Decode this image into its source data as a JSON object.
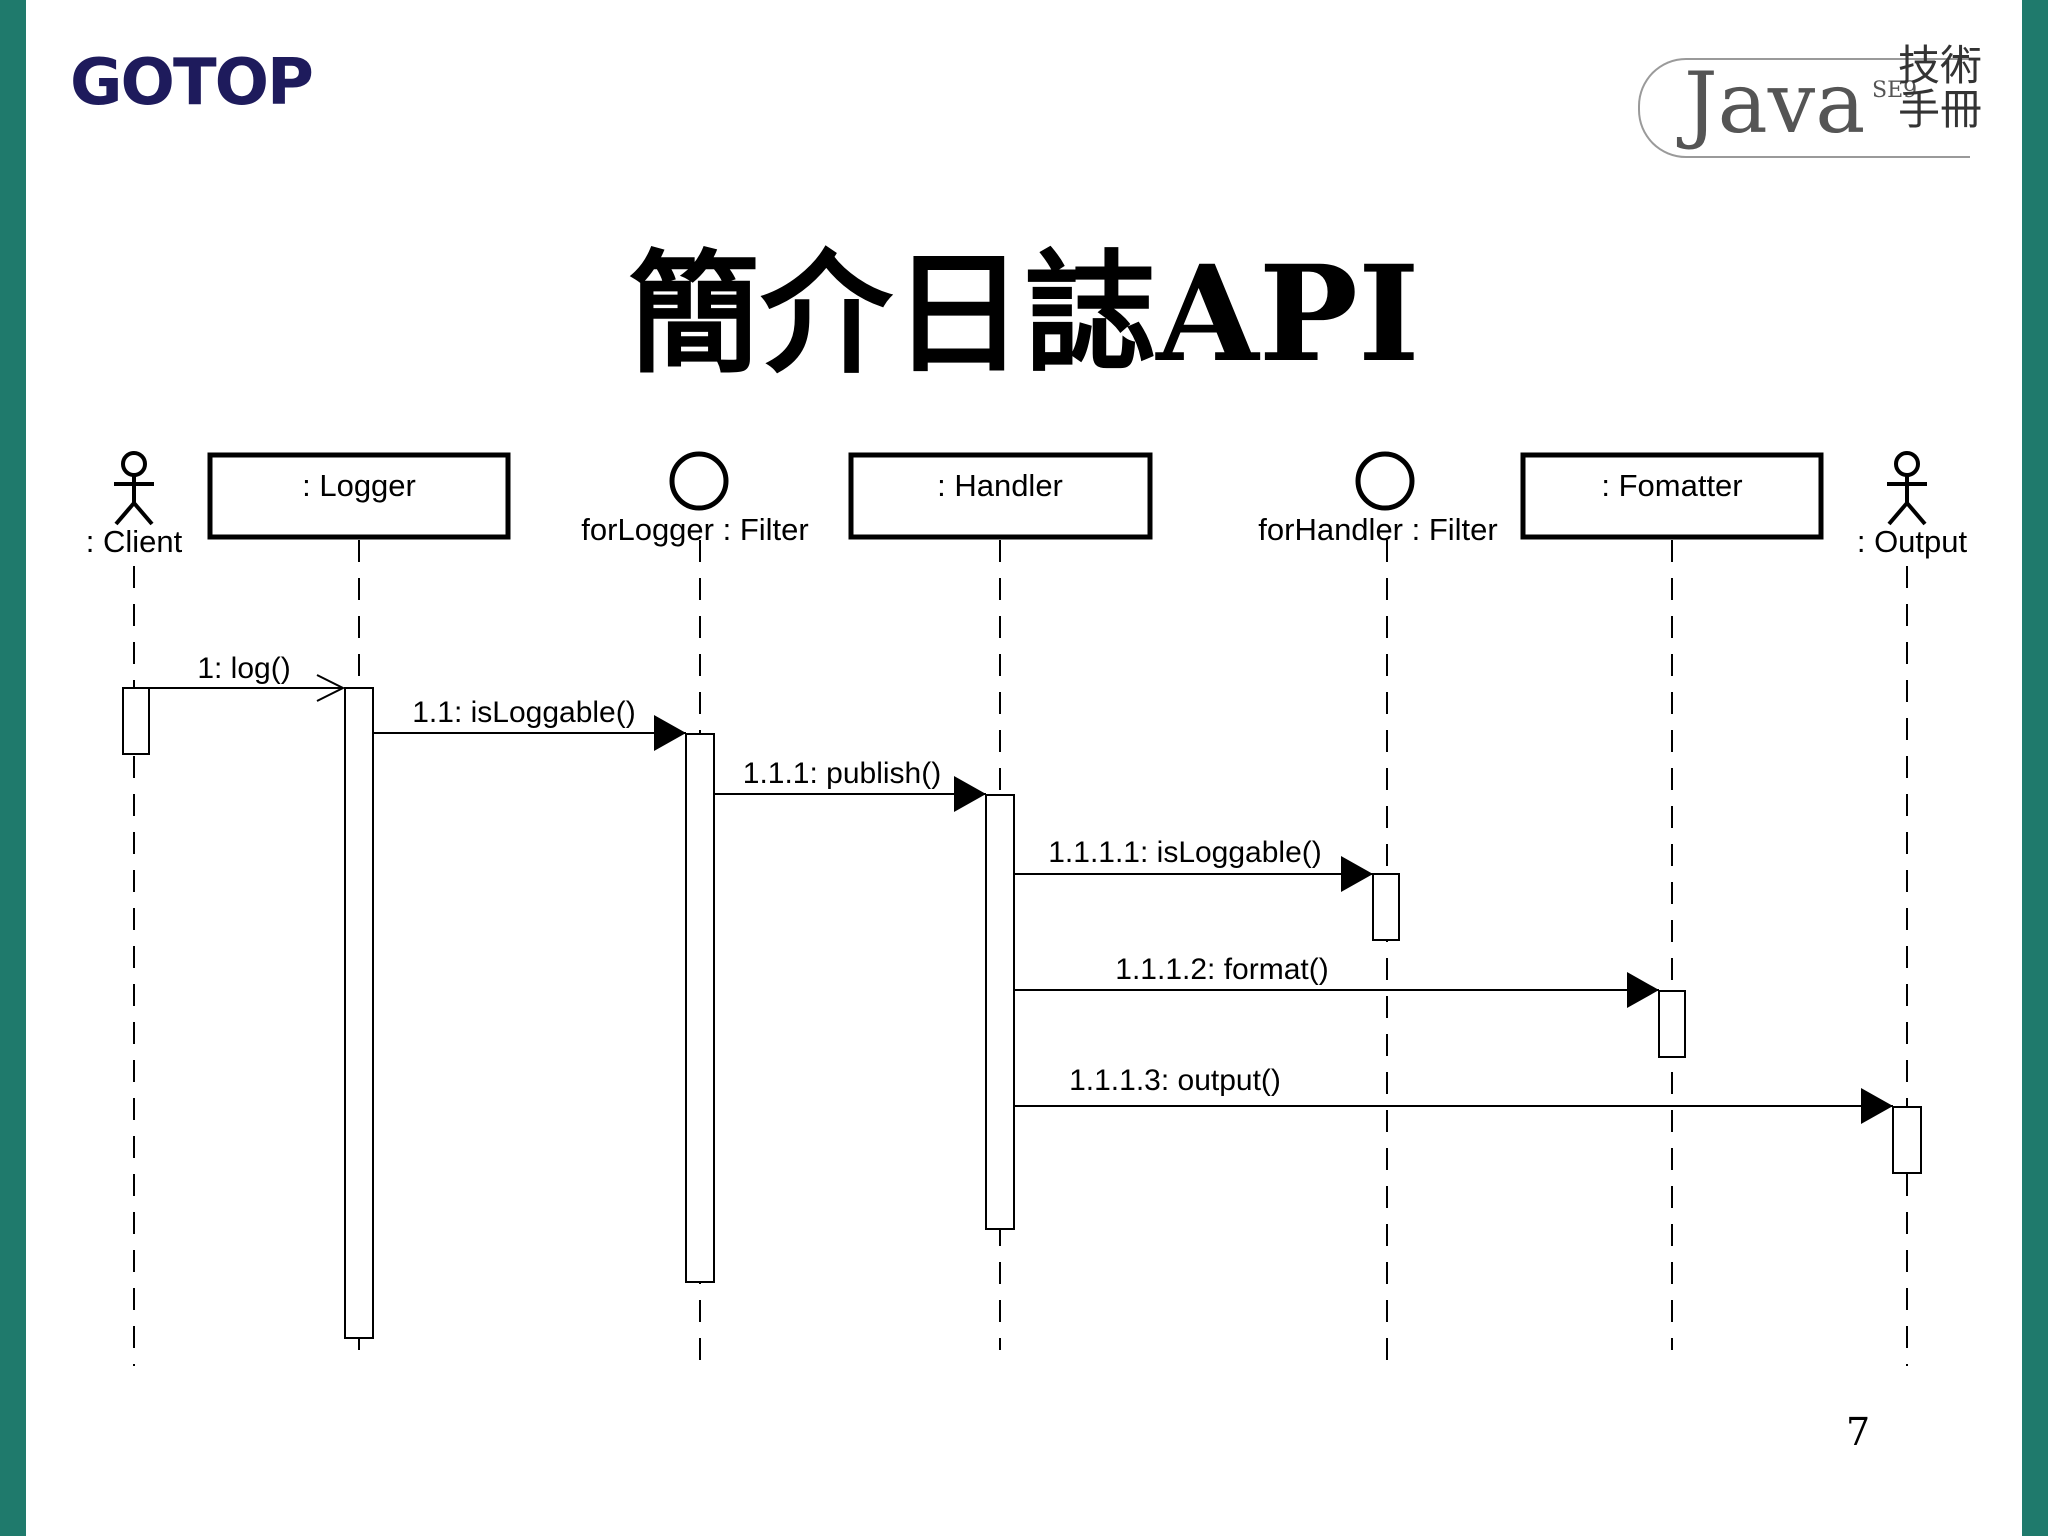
{
  "header": {
    "publisher_logo": "GOTOP",
    "book_logo": {
      "word": "Java",
      "edition": "SE9",
      "subtitle": "技術手冊"
    }
  },
  "slide": {
    "title": "簡介日誌API",
    "page_number": "7"
  },
  "diagram": {
    "participants": [
      {
        "id": "client",
        "kind": "actor",
        "label": ": Client"
      },
      {
        "id": "logger",
        "kind": "object",
        "label": ": Logger"
      },
      {
        "id": "forlogger",
        "kind": "circle",
        "label": "forLogger : Filter"
      },
      {
        "id": "handler",
        "kind": "object",
        "label": ": Handler"
      },
      {
        "id": "forhandler",
        "kind": "circle",
        "label": "forHandler : Filter"
      },
      {
        "id": "formatter",
        "kind": "object",
        "label": ": Fomatter"
      },
      {
        "id": "output",
        "kind": "actor",
        "label": ": Output"
      }
    ],
    "messages": [
      {
        "label": "1: log()",
        "from": "client",
        "to": "logger"
      },
      {
        "label": "1.1: isLoggable()",
        "from": "logger",
        "to": "forlogger"
      },
      {
        "label": "1.1.1: publish()",
        "from": "forlogger",
        "to": "handler"
      },
      {
        "label": "1.1.1.1: isLoggable()",
        "from": "handler",
        "to": "forhandler"
      },
      {
        "label": "1.1.1.2: format()",
        "from": "handler",
        "to": "formatter"
      },
      {
        "label": "1.1.1.3: output()",
        "from": "handler",
        "to": "output"
      }
    ]
  }
}
